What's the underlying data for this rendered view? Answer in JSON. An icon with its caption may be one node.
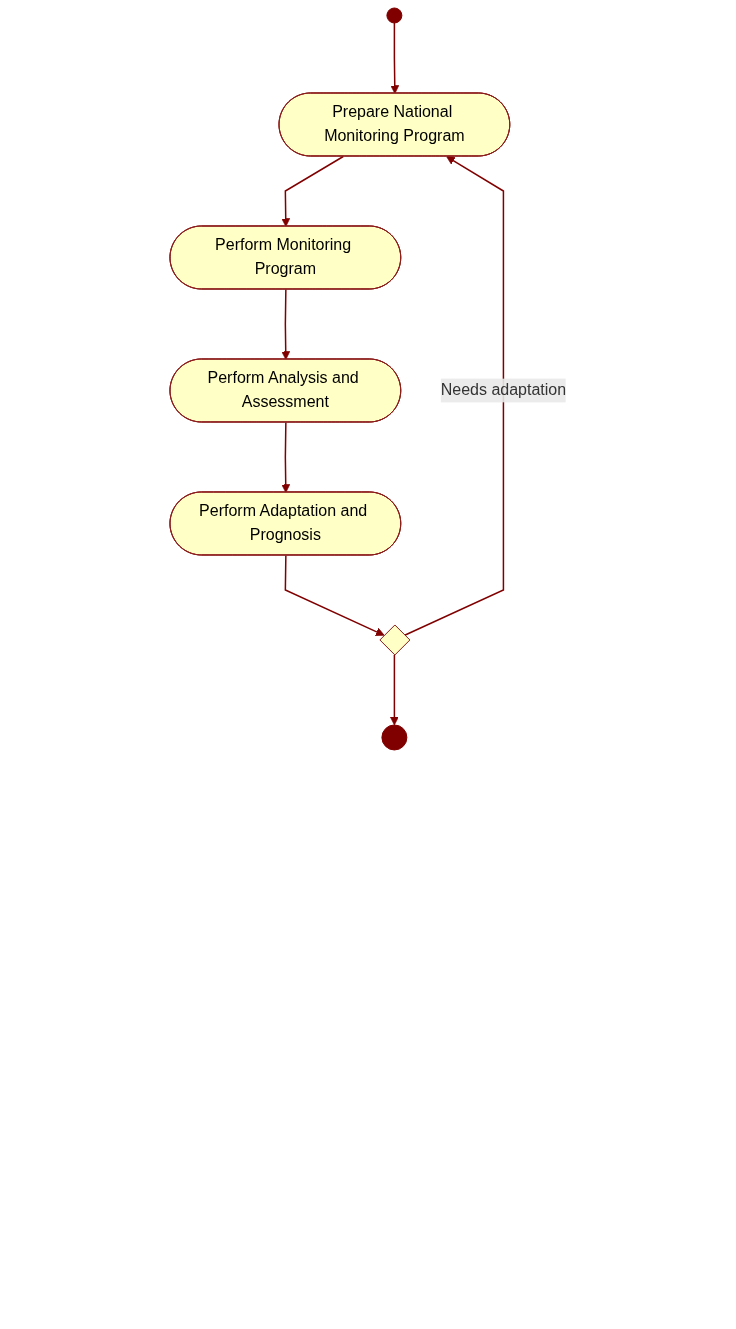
{
  "diagram": {
    "nodes": [
      {
        "text": [],
        "shape": "circle"
      },
      {
        "text": [
          "Prepare National Monitoring Program"
        ]
      },
      {
        "text": [
          "Perform Monitoring Program"
        ]
      },
      {
        "text": [
          "Perform Analysis and Assessment"
        ]
      },
      {
        "text": [
          "Perform Adaptation and Prognosis"
        ]
      },
      {
        "text": [],
        "shape": "diamond"
      },
      {
        "text": [],
        "shape": "bullseye"
      }
    ],
    "edges": [
      {
        "from": 0,
        "to": 1,
        "arrow": "to"
      },
      {
        "from": 1,
        "to": 2,
        "arrow": "to"
      },
      {
        "from": 2,
        "to": 3,
        "arrow": "to"
      },
      {
        "from": 3,
        "to": 4,
        "arrow": "to"
      },
      {
        "from": 4,
        "to": 5,
        "arrow": "to"
      },
      {
        "from": 5,
        "to": 1,
        "arrow": "to",
        "label": "Needs adaptation"
      },
      {
        "from": 5,
        "to": 6,
        "arrow": "to"
      }
    ]
  }
}
